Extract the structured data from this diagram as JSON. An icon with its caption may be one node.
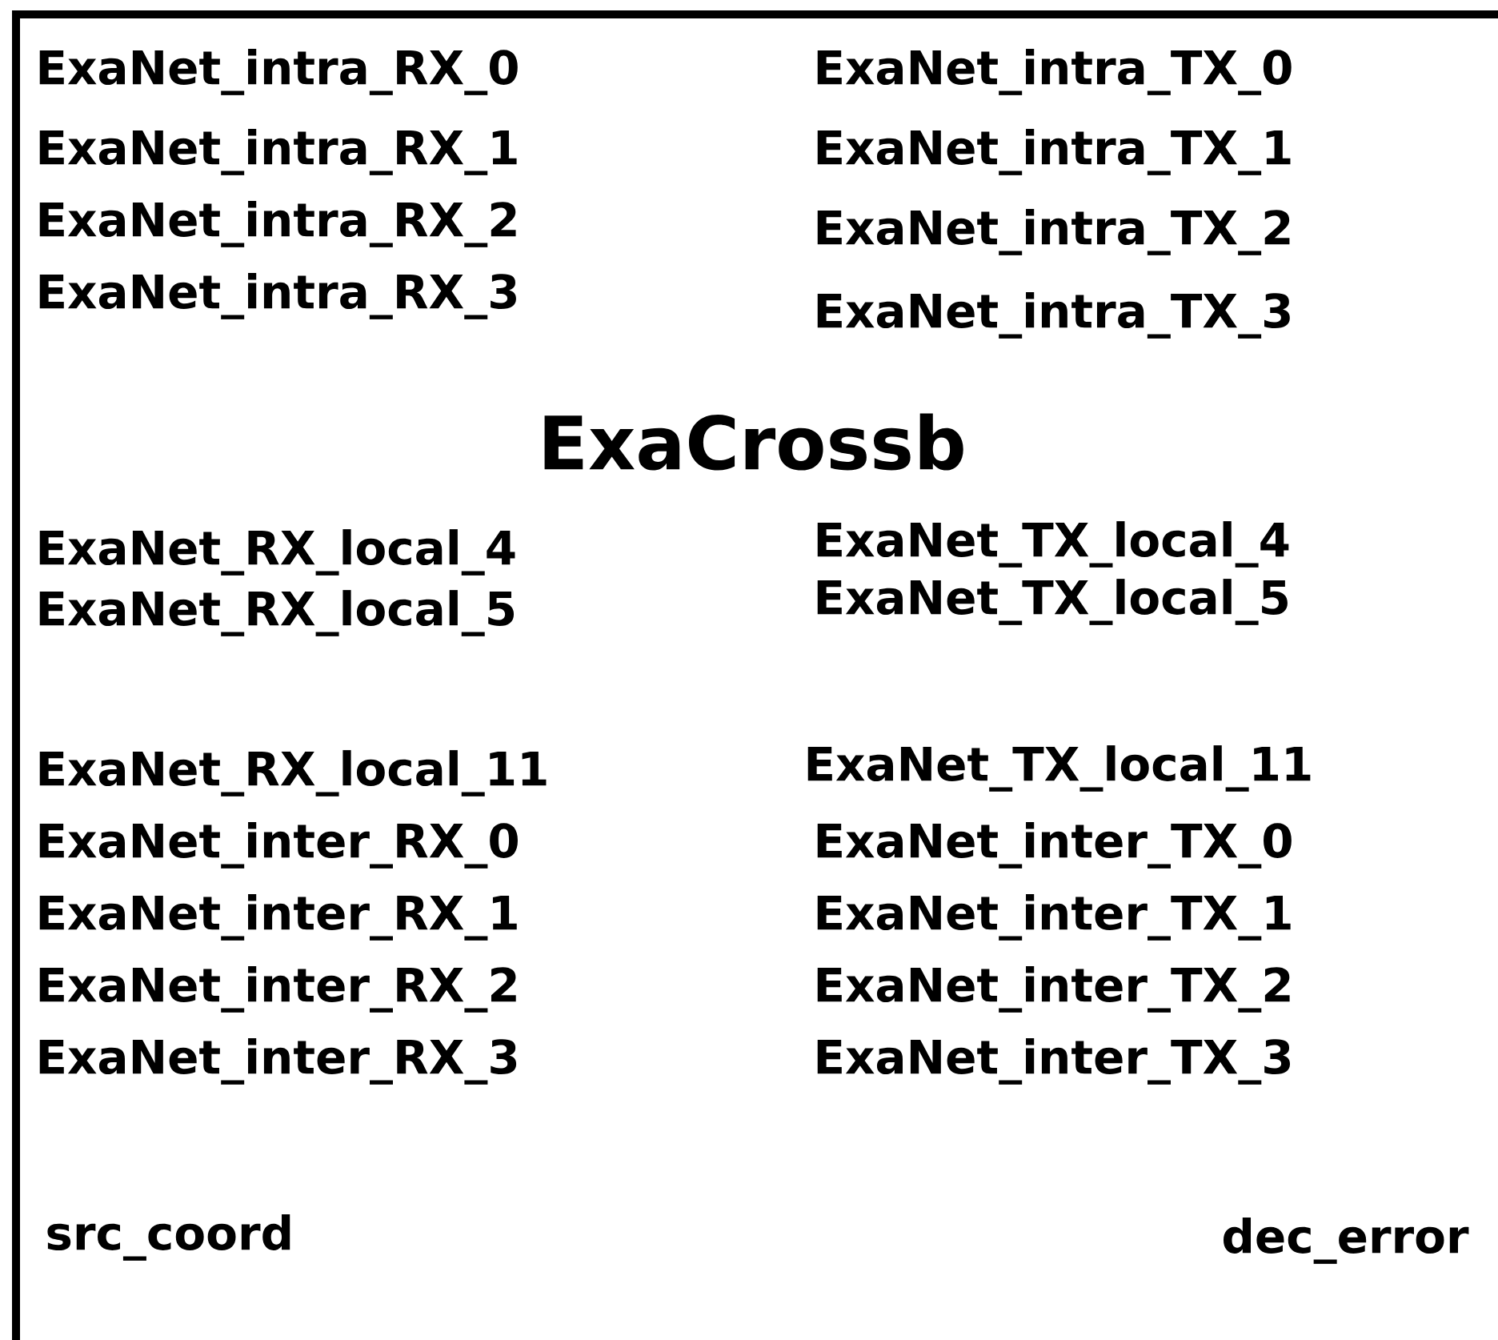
{
  "diagram": {
    "nodes": [
      {
        "text": [
          "ExaCrossb"
        ]
      }
    ],
    "labels": [
      "ExaNet_intra_RX_0",
      "ExaNet_intra_TX_0",
      "ExaNet_intra_RX_1",
      "ExaNet_intra_TX_1",
      "ExaNet_intra_RX_2",
      "ExaNet_intra_TX_2",
      "ExaNet_intra_RX_3",
      "ExaNet_intra_TX_3",
      "ExaNet_RX_local_4",
      "ExaNet_TX_local_4",
      "ExaNet_RX_local_5",
      "ExaNet_TX_local_5",
      "ExaNet_RX_local_11",
      "ExaNet_TX_local_11",
      "ExaNet_inter_RX_0",
      "ExaNet_inter_TX_0",
      "ExaNet_inter_RX_1",
      "ExaNet_inter_TX_1",
      "ExaNet_inter_RX_2",
      "ExaNet_inter_TX_2",
      "ExaNet_inter_RX_3",
      "ExaNet_inter_TX_3",
      "src_coord",
      "dec_error"
    ]
  }
}
